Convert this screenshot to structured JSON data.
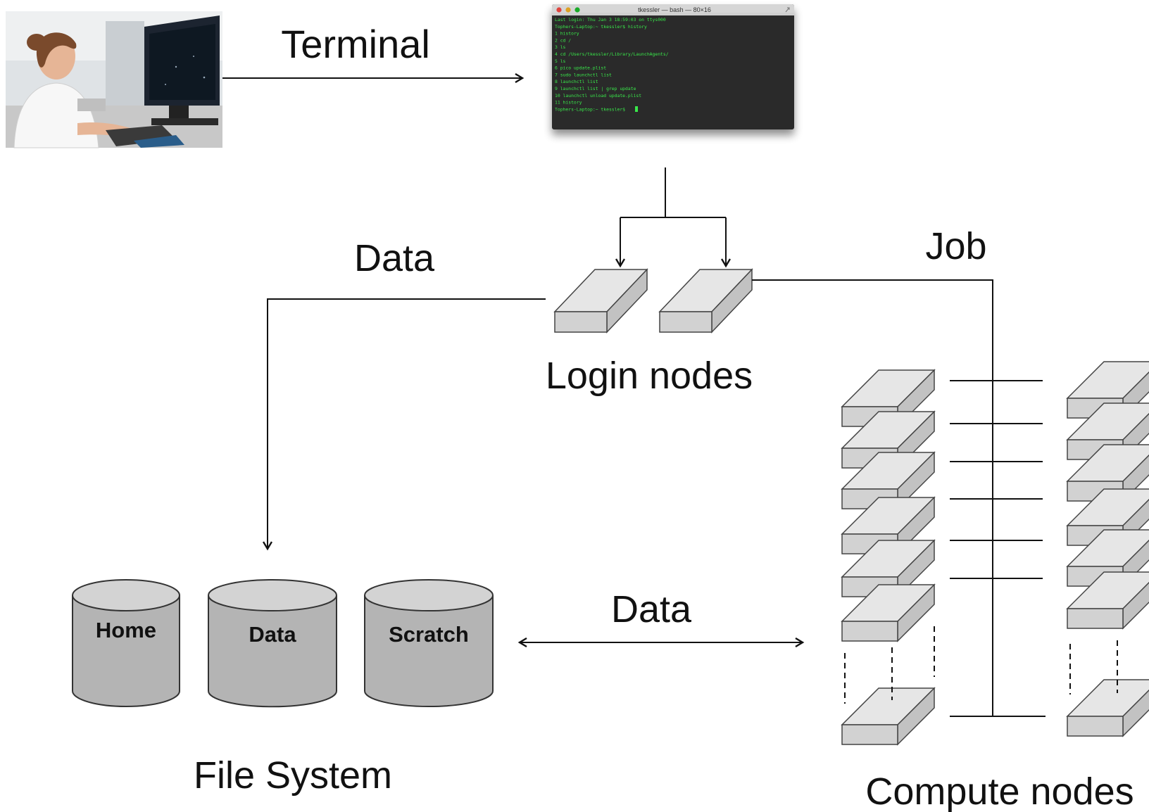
{
  "labels": {
    "terminal": "Terminal",
    "data_top": "Data",
    "job": "Job",
    "login_nodes": "Login nodes",
    "data_middle": "Data",
    "file_system": "File System",
    "compute_nodes": "Compute nodes"
  },
  "storage": [
    "Home",
    "Data",
    "Scratch"
  ],
  "terminal_window": {
    "title": "tkessler — bash — 80×16",
    "lines": [
      "Last login: Thu Jan  3 18:59:03 on ttys000",
      "Tophers-Laptop:~ tkessler$ history",
      "    1  history",
      "    2  cd /",
      "    3  ls",
      "    4  cd /Users/tkessler/Library/LaunchAgents/",
      "    5  ls",
      "    6  pico update.plist",
      "    7  sudo launchctl list",
      "    8  launchctl list",
      "    9  launchctl list | grep update",
      "   10  launchctl unload update.plist",
      "   11  history",
      "Tophers-Laptop:~ tkessler$"
    ]
  },
  "colors": {
    "node_top": "#e6e6e6",
    "node_front": "#d2d2d2",
    "node_side": "#c2c2c2",
    "cylinder_body": "#b4b4b4",
    "cylinder_top": "#d3d3d3",
    "terminal_bg": "#2b2b2b",
    "terminal_text": "#39e84a"
  },
  "icons": {
    "photo": "user-at-workstation-photo"
  }
}
